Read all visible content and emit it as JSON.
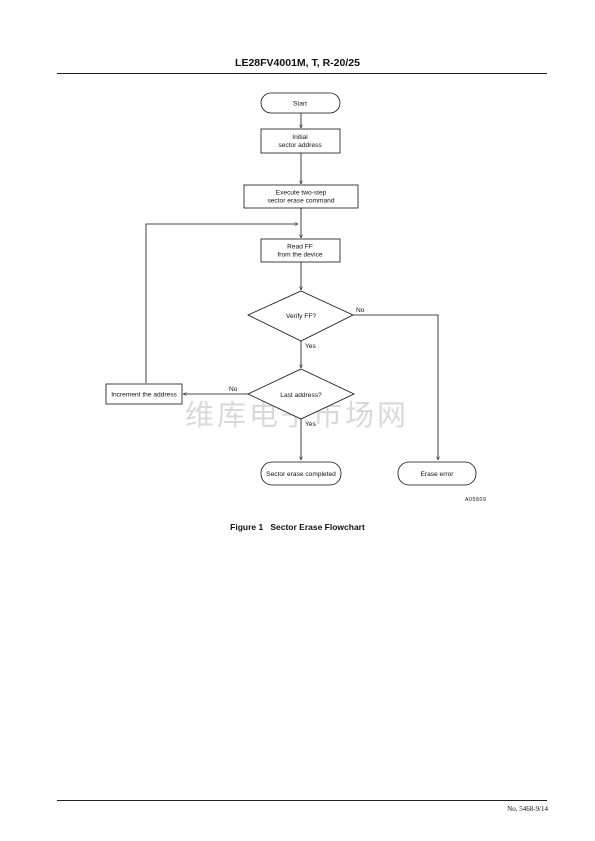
{
  "header": {
    "title": "LE28FV4001M, T, R-20/25"
  },
  "flowchart": {
    "nodes": {
      "start": "Start",
      "initial": [
        "Initial",
        "sector address"
      ],
      "execute": [
        "Execute two-step",
        "sector erase command"
      ],
      "read": [
        "Read FF",
        "from the device"
      ],
      "verify": "Verify FF?",
      "last": "Last address?",
      "increment": "Increment the address",
      "completed": "Sector erase completed",
      "error": "Erase error"
    },
    "labels": {
      "verify_no": "No",
      "verify_yes": "Yes",
      "last_no": "No",
      "last_yes": "Yes"
    },
    "figure_code": "A05809",
    "watermark": "维库电子市场网"
  },
  "caption": {
    "number": "Figure 1",
    "title": "Sector Erase Flowchart"
  },
  "footer": {
    "page_number": "No. 5468-9/14"
  }
}
